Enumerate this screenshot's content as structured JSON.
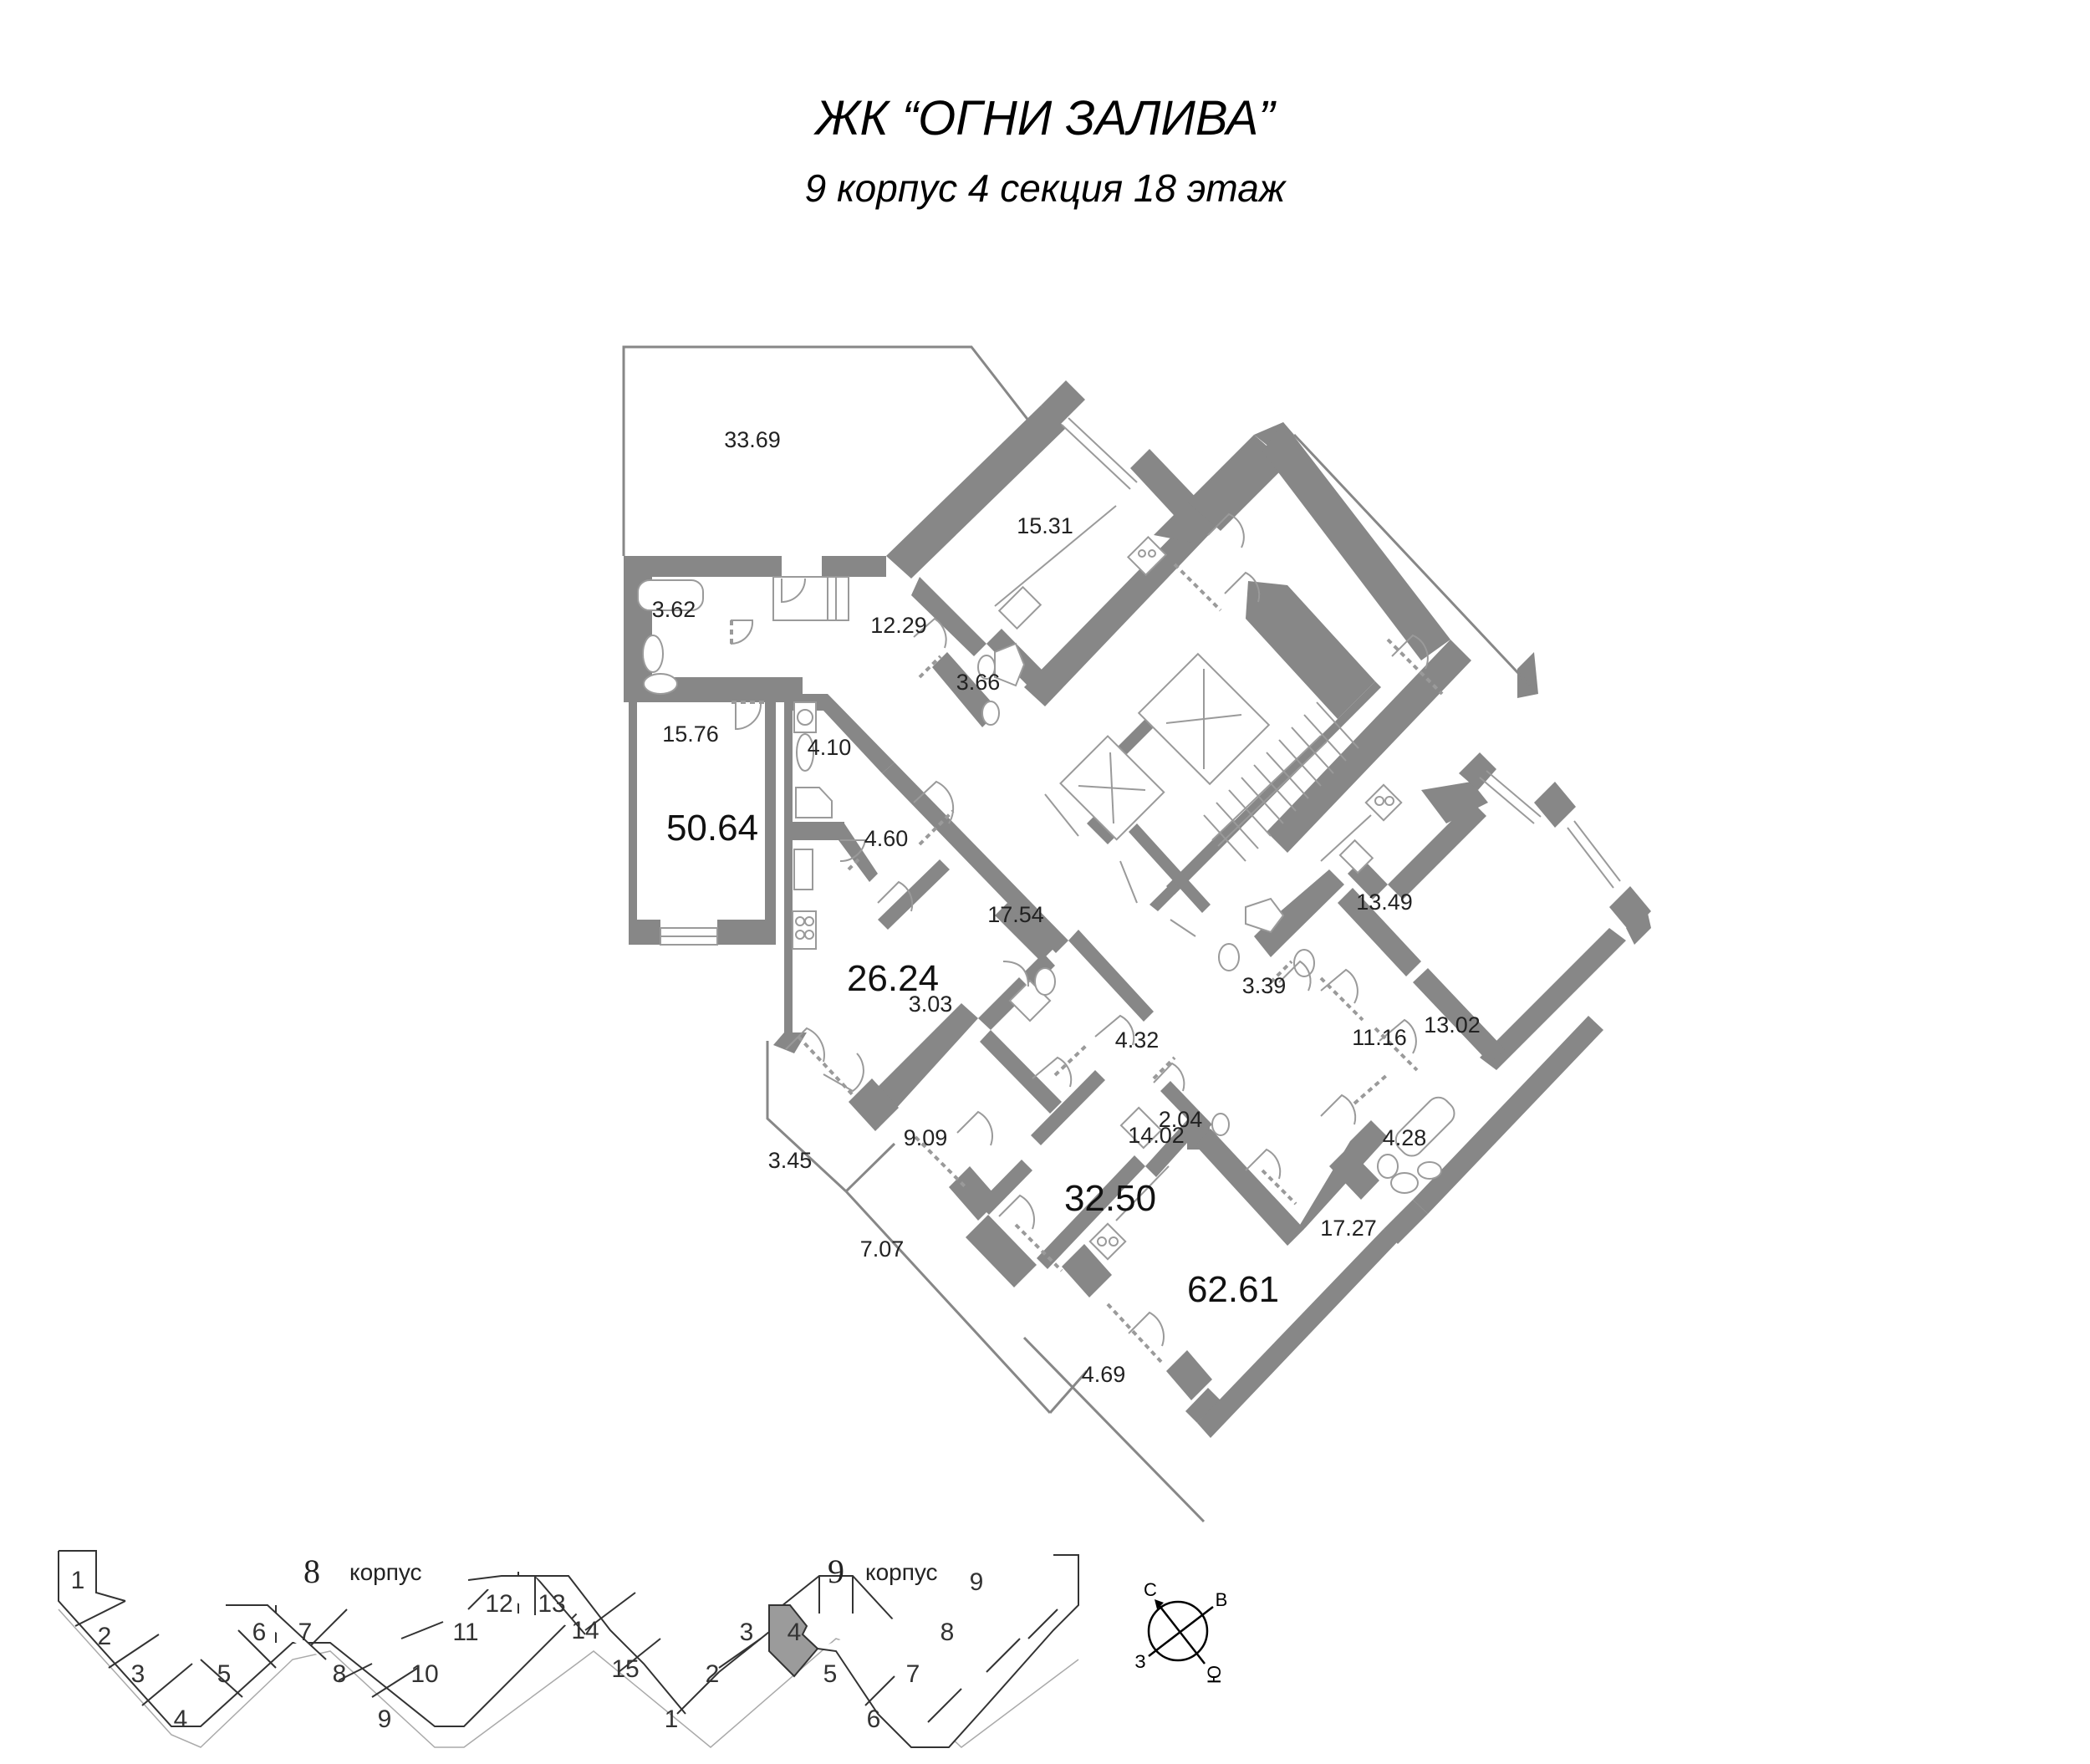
{
  "header": {
    "title": "ЖК “ОГНИ ЗАЛИВА”",
    "subtitle": "9 корпус 4 секция 18 этаж"
  },
  "floorplan": {
    "colors": {
      "wall": "#878787",
      "line": "#9a9a9a",
      "selected_section": "#9b9b9b"
    },
    "apartments": [
      {
        "total": "50.64",
        "rooms": [
          "33.69",
          "15.31",
          "12.29",
          "3.62",
          "3.66",
          "15.76"
        ]
      },
      {
        "total": "26.24",
        "rooms": [
          "4.10",
          "4.60",
          "17.54",
          "3.45"
        ]
      },
      {
        "total": "32.50",
        "rooms": [
          "3.03",
          "4.32",
          "9.09",
          "14.02",
          "2.04",
          "7.07"
        ]
      },
      {
        "total": "62.61",
        "rooms": [
          "13.49",
          "3.39",
          "13.02",
          "11.16",
          "4.28",
          "17.27",
          "4.69"
        ]
      }
    ],
    "labels": {
      "r3369": "33.69",
      "r1531": "15.31",
      "r1229": "12.29",
      "r362": "3.62",
      "r366": "3.66",
      "r1576": "15.76",
      "t5064": "50.64",
      "r410": "4.10",
      "r460": "4.60",
      "r1754": "17.54",
      "t2624": "26.24",
      "r303": "3.03",
      "r432": "4.32",
      "r909": "9.09",
      "r1402": "14.02",
      "r204": "2.04",
      "t3250": "32.50",
      "r1116": "11.16",
      "r1349": "13.49",
      "r339": "3.39",
      "r1302": "13.02",
      "r428": "4.28",
      "r1727": "17.27",
      "t6261": "62.61",
      "r345": "3.45",
      "r707": "7.07",
      "r469": "4.69"
    }
  },
  "keymap": {
    "building8": {
      "number": "8",
      "label": "корпус",
      "sections": [
        "1",
        "2",
        "3",
        "4",
        "5",
        "6",
        "7",
        "8",
        "9",
        "10",
        "11",
        "12",
        "13",
        "14",
        "15"
      ]
    },
    "building9": {
      "number": "9",
      "label": "корпус",
      "sections": [
        "1",
        "2",
        "3",
        "4",
        "5",
        "6",
        "7",
        "8",
        "9"
      ]
    },
    "selected": {
      "building": "9",
      "section": "4"
    }
  },
  "compass": {
    "north": "С",
    "east": "В",
    "south": "Ю",
    "west": "З"
  }
}
